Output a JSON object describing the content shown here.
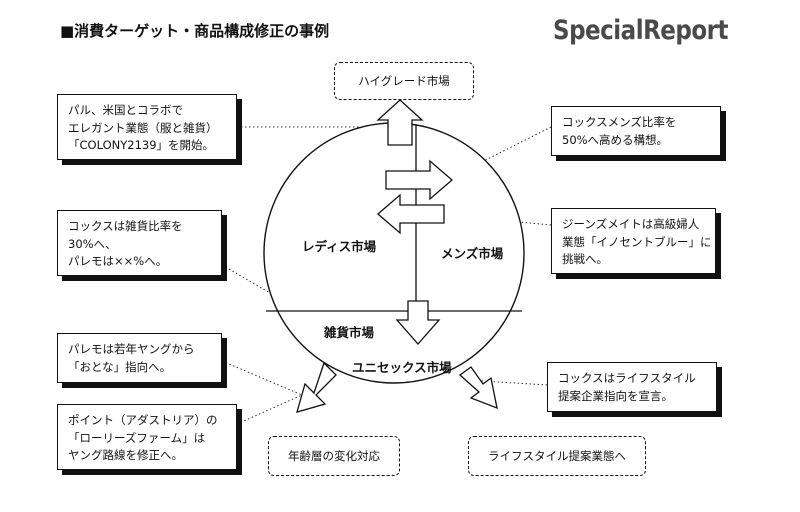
{
  "header": {
    "title": "■消費ターゲット・商品構成修正の事例",
    "brand": "SpecialReport"
  },
  "targets": {
    "high_grade": "ハイグレード市場",
    "age_change": "年齢層の変化対応",
    "lifestyle": "ライフスタイル提案業態へ"
  },
  "markets": {
    "ladies": "レディス市場",
    "mens": "メンズ市場",
    "goods": "雑貨市場",
    "unisex": "ユニセックス市場"
  },
  "notes": {
    "parco_us": [
      "パル、米国とコラボで",
      "エレガント業態（服と雑貨）",
      "「COLONY2139」を開始。"
    ],
    "cox_goods": [
      "コックスは雑貨比率を",
      "30%へ、",
      "パレモは××%へ。"
    ],
    "palemo_young": [
      "パレモは若年ヤングから",
      "「おとな」指向へ。"
    ],
    "point": [
      "ポイント（アダストリア）の",
      "「ローリーズファーム」は",
      "ヤング路線を修正へ。"
    ],
    "cox_mens": [
      "コックスメンズ比率を",
      "50%へ高める構想。"
    ],
    "jeans_mate": [
      "ジーンズメイトは高級婦人",
      "業態「イノセントブルー」に",
      "挑戦へ。"
    ],
    "cox_lifestyle": [
      "コックスはライフスタイル",
      "提案企業指向を宣言。"
    ]
  }
}
